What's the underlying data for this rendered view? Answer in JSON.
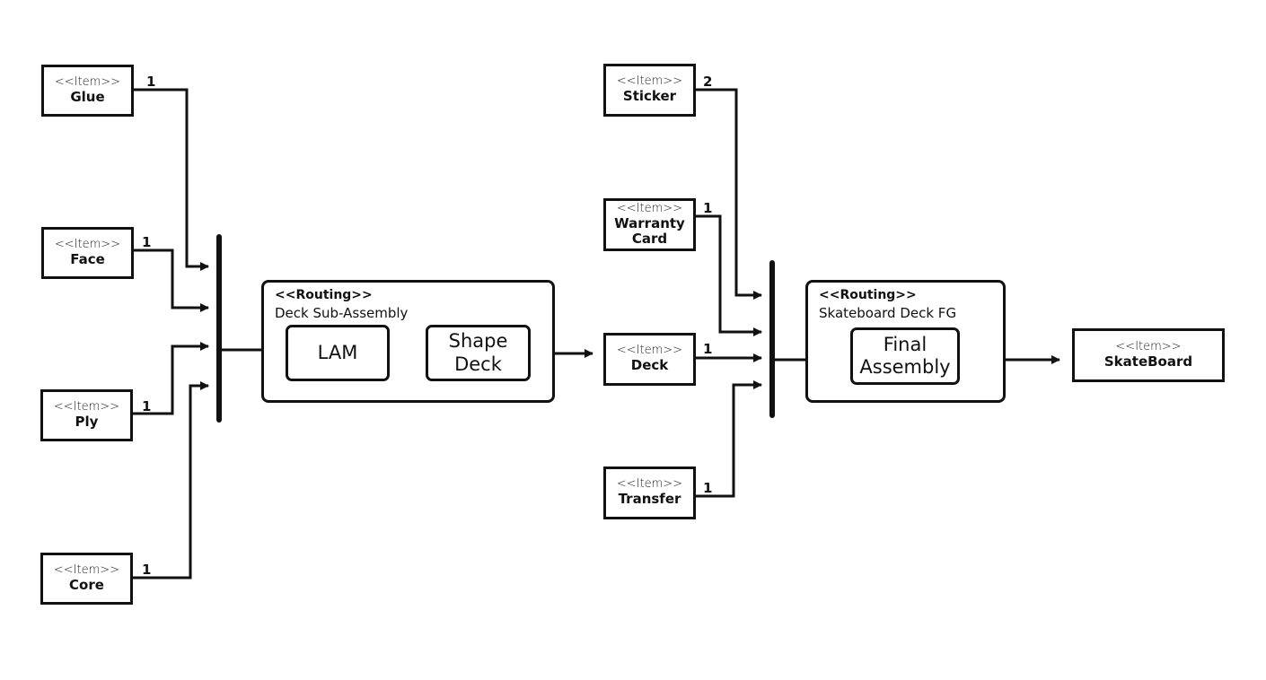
{
  "diagram": {
    "stereotype_item": "<<Item>>",
    "stereotype_routing": "<<Routing>>",
    "items": {
      "glue": {
        "name": "Glue",
        "qty": "1"
      },
      "face": {
        "name": "Face",
        "qty": "1"
      },
      "ply": {
        "name": "Ply",
        "qty": "1"
      },
      "core": {
        "name": "Core",
        "qty": "1"
      },
      "sticker": {
        "name": "Sticker",
        "qty": "2"
      },
      "warranty": {
        "name": "Warranty Card",
        "qty": "1"
      },
      "deck": {
        "name": "Deck",
        "qty": "1"
      },
      "transfer": {
        "name": "Transfer",
        "qty": "1"
      },
      "skateboard": {
        "name": "SkateBoard"
      }
    },
    "routings": {
      "deck_sub": {
        "name": "Deck Sub-Assembly",
        "operations": [
          "LAM",
          "Shape Deck"
        ]
      },
      "skateboard_fg": {
        "name": "Skateboard Deck FG",
        "operations": [
          "Final Assembly"
        ]
      }
    }
  }
}
